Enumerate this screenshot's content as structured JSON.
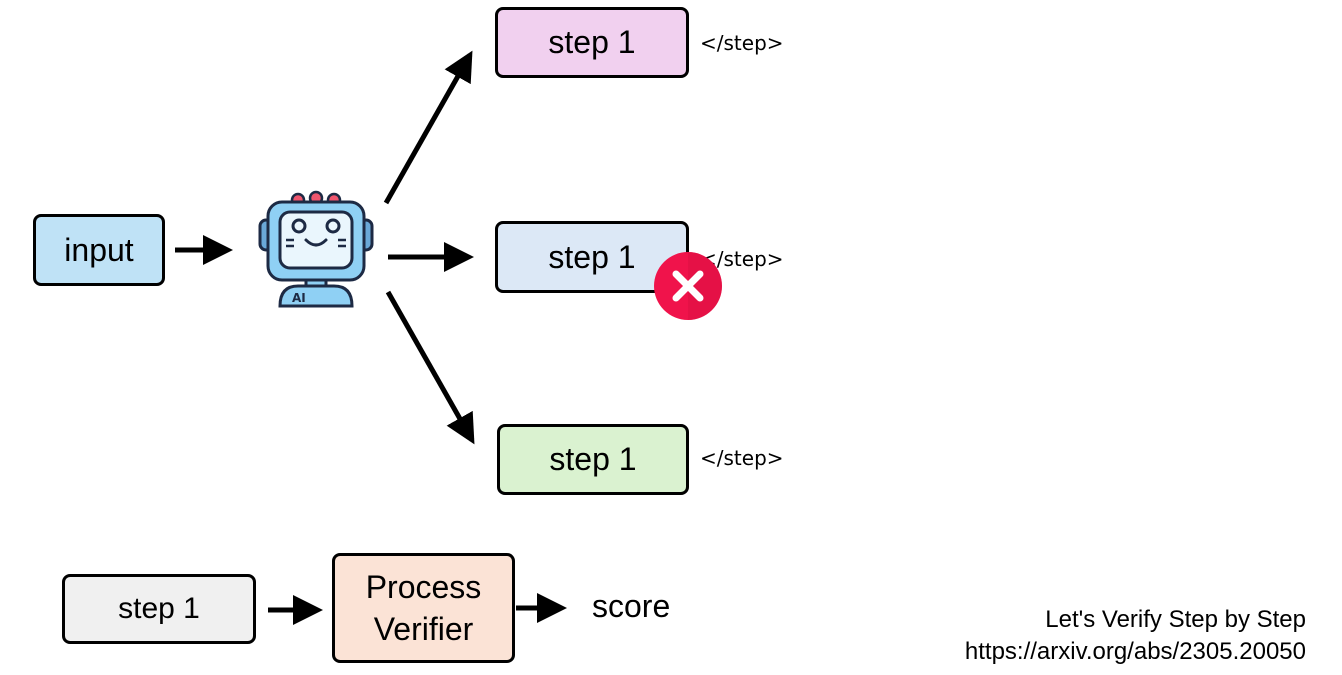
{
  "diagram": {
    "input_label": "input",
    "step_label": "step 1",
    "end_tag": "</step>",
    "verifier_label_line1": "Process",
    "verifier_label_line2": "Verifier",
    "score_label": "score",
    "robot_badge": "AI",
    "citation_title": "Let's Verify Step by Step",
    "citation_url": "https://arxiv.org/abs/2305.20050"
  },
  "colors": {
    "input_fill": "#bfe2f6",
    "step_top_fill": "#f1d0ef",
    "step_middle_fill": "#dce8f6",
    "step_bottom_fill": "#daf2d0",
    "step_bottom_row_fill": "#f0f0f0",
    "verifier_fill": "#fbe3d6",
    "reject_red": "#f0134b",
    "robot_blue": "#8fd0f4",
    "robot_red": "#f0566e"
  },
  "icons": {
    "model": "robot-ai-icon",
    "rejected": "red-x-icon"
  }
}
